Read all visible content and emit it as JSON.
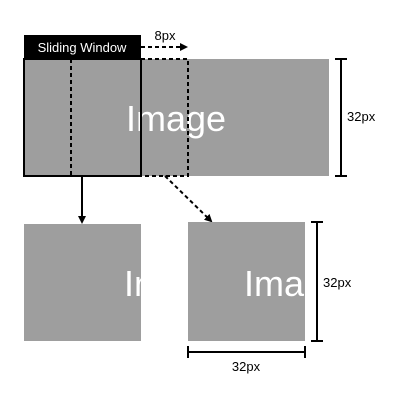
{
  "diagram": {
    "window_label": "Sliding Window",
    "image_text": "Image",
    "stride_label": "8px",
    "height_label_main": "32px",
    "height_label_crop": "32px",
    "width_label_crop": "32px",
    "crop_text_left": "Im",
    "crop_text_right": "Ima"
  },
  "colors": {
    "image_fill": "#9e9e9e",
    "image_text": "#ffffff",
    "window_header": "#000000",
    "window_header_text": "#ffffff",
    "line": "#000000"
  }
}
